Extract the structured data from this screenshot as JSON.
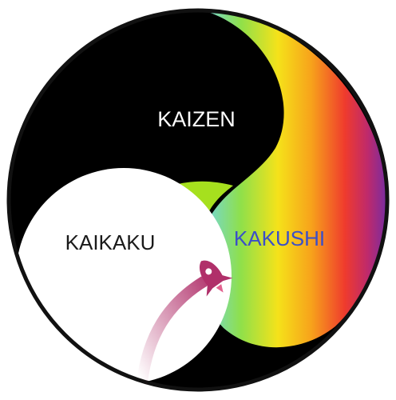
{
  "diagram": {
    "labels": {
      "kaizen": "KAIZEN",
      "kaikaku": "KAIKAKU",
      "kakushi": "KAKUSHI"
    },
    "colors": {
      "kaizen_fill": "#000000",
      "kaizen_text": "#ffffff",
      "kaikaku_fill": "#ffffff",
      "kaikaku_text": "#1a1a1a",
      "kakushi_text": "#3b4fc8",
      "overlap_green": "#a6e01e",
      "rocket": "#b0306a",
      "outline": "#111111",
      "rainbow": [
        "#6fd5f0",
        "#8fe04a",
        "#f5e21a",
        "#f7a21b",
        "#ef3b2d",
        "#c02a6a",
        "#7b2c9e"
      ]
    },
    "icons": {
      "rocket": "rocket-icon"
    }
  }
}
